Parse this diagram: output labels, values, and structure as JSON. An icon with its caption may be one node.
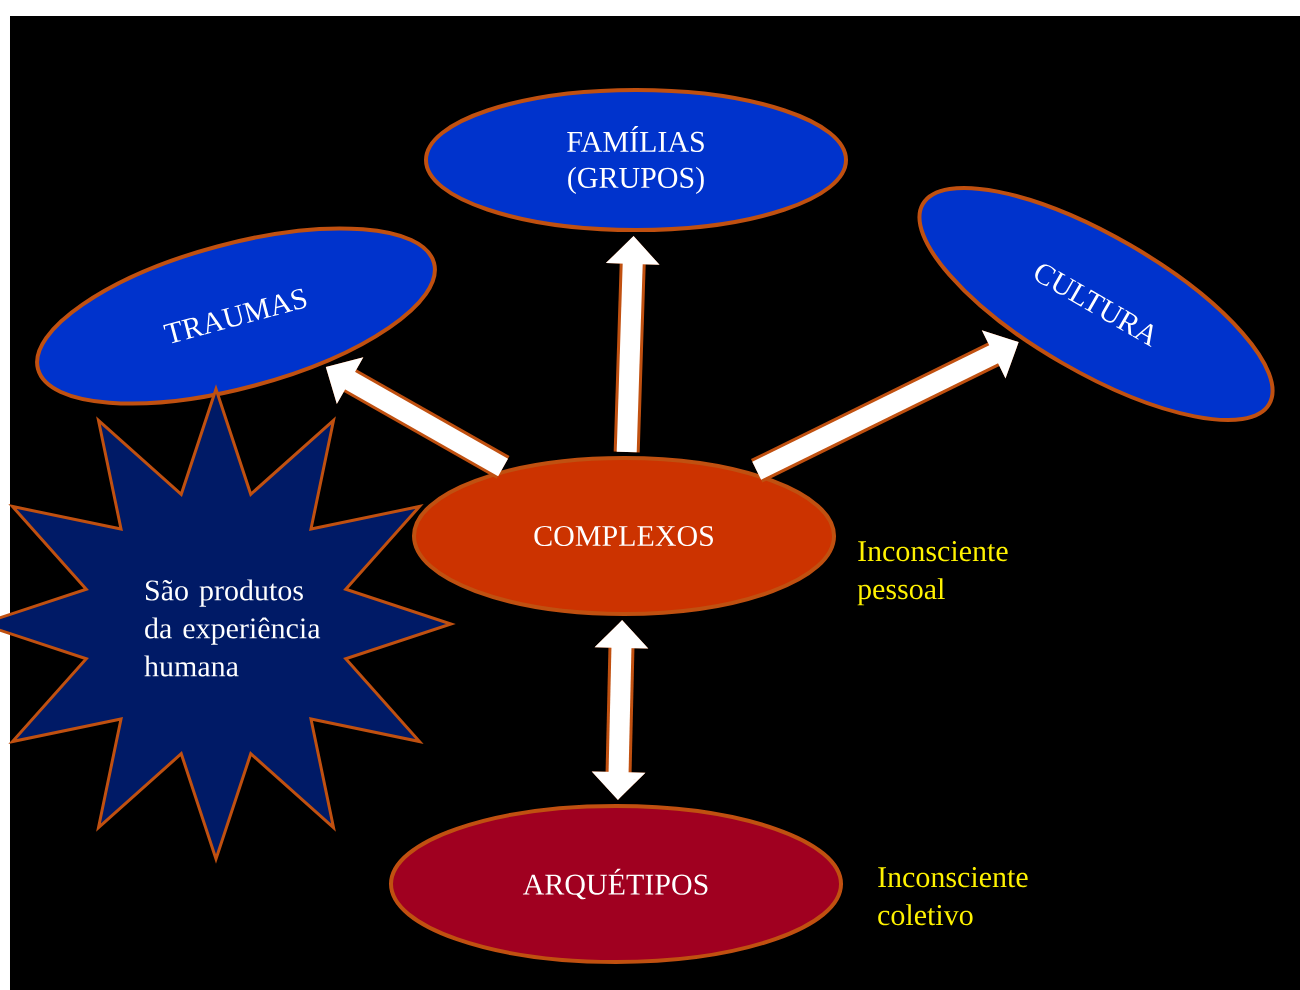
{
  "diagram": {
    "nodes": [
      {
        "text": [
          "FAMÍLIAS (GRUPOS)"
        ]
      },
      {
        "text": [
          "TRAUMAS"
        ]
      },
      {
        "text": [
          "CULTURA"
        ]
      },
      {
        "text": [
          "COMPLEXOS"
        ],
        "beside": [
          "Inconsciente pessoal"
        ]
      },
      {
        "text": [
          "São produtos da experiência humana"
        ]
      },
      {
        "text": [
          "ARQUÉTIPOS"
        ],
        "beside": [
          "Inconsciente coletivo"
        ]
      }
    ],
    "edges": [
      {
        "from": 3,
        "to": 0,
        "arrow": "to"
      },
      {
        "from": 3,
        "to": 1,
        "arrow": "to"
      },
      {
        "from": 3,
        "to": 2,
        "arrow": "to"
      },
      {
        "from": 3,
        "to": 5,
        "arrow": "both"
      }
    ]
  }
}
